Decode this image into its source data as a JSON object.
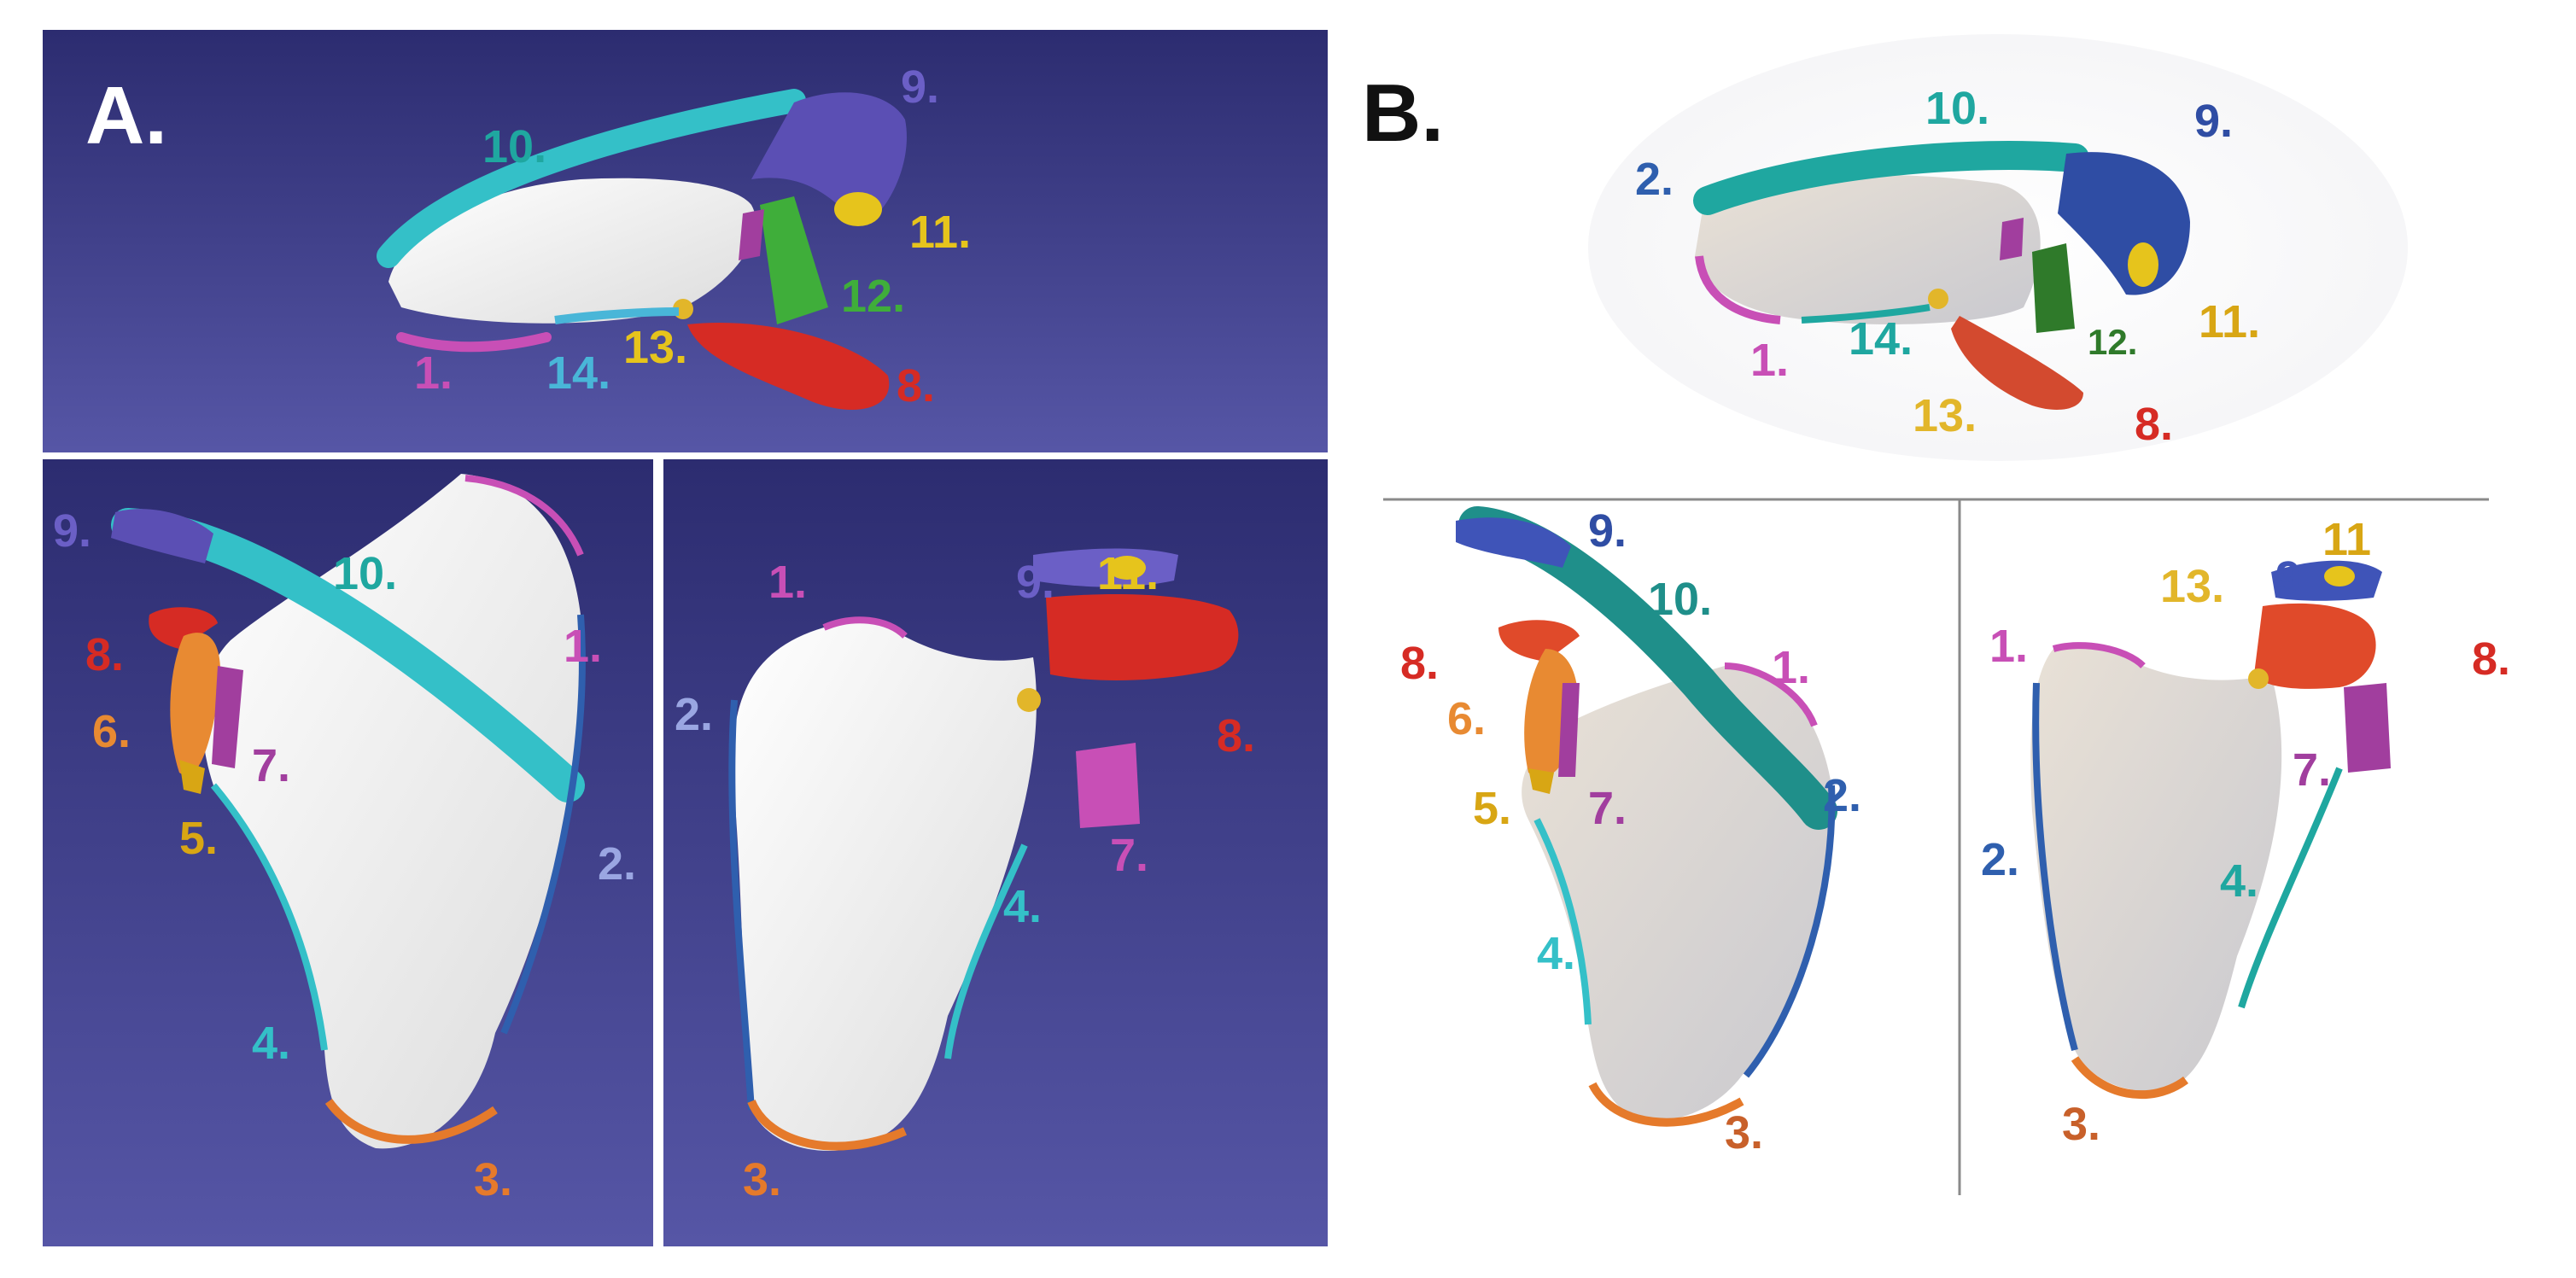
{
  "panels": {
    "a": {
      "letter": "A."
    },
    "b": {
      "letter": "B."
    }
  },
  "colors": {
    "region_1": "#c84fb6",
    "region_2": "#2f5fae",
    "region_3": "#e57a2b",
    "region_4": "#34c0c8",
    "region_5": "#d8a614",
    "region_6": "#e88a32",
    "region_7": "#a13e9e",
    "region_8": "#d62b24",
    "region_9": "#5b4fb4",
    "region_10": "#1fa7a0",
    "region_11": "#e6c41c",
    "region_12": "#3fae3a",
    "region_13": "#e2b62a",
    "region_14": "#49b6d8",
    "screen_background": "#3f3f8f"
  },
  "labels": {
    "a_top": {
      "l1": "1.",
      "l8": "8.",
      "l9": "9.",
      "l10": "10.",
      "l11": "11.",
      "l12": "12.",
      "l13": "13.",
      "l14": "14."
    },
    "a_left": {
      "l1": "1.",
      "l2": "2.",
      "l3": "3.",
      "l4": "4.",
      "l5": "5.",
      "l6": "6.",
      "l7": "7.",
      "l8": "8.",
      "l9": "9.",
      "l10": "10."
    },
    "a_right": {
      "l1": "1.",
      "l2": "2.",
      "l3": "3.",
      "l4": "4.",
      "l7": "7.",
      "l8": "8.",
      "l9": "9.",
      "l11": "11."
    },
    "b_top": {
      "l1": "1.",
      "l2": "2.",
      "l8": "8.",
      "l9": "9.",
      "l10": "10.",
      "l11": "11.",
      "l12": "12.",
      "l13": "13.",
      "l14": "14."
    },
    "b_left": {
      "l1": "1.",
      "l2": "2.",
      "l3": "3.",
      "l4": "4.",
      "l5": "5.",
      "l6": "6.",
      "l7": "7.",
      "l8": "8.",
      "l9": "9.",
      "l10": "10."
    },
    "b_right": {
      "l1": "1.",
      "l2": "2.",
      "l3": "3.",
      "l4": "4.",
      "l7": "7.",
      "l8": "8.",
      "l9": "9.",
      "l11": "11",
      "l13": "13."
    }
  }
}
